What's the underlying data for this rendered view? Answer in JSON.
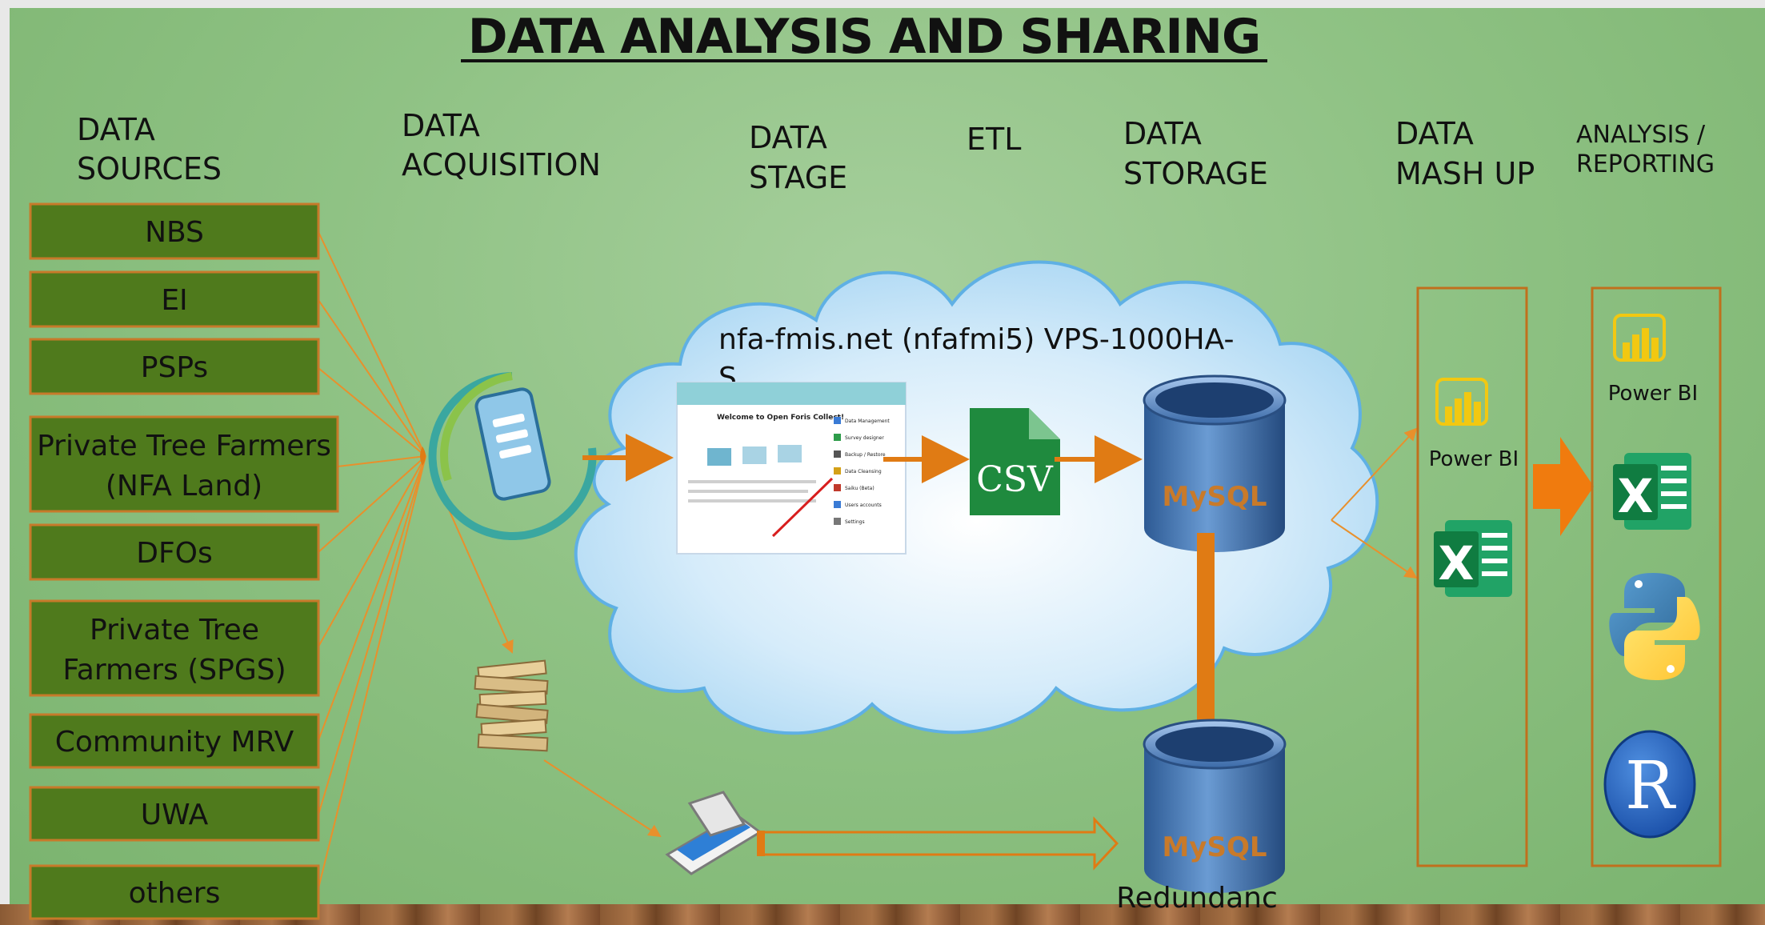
{
  "title": "DATA ANALYSIS AND SHARING",
  "columns": [
    {
      "line1": "DATA",
      "line2": "SOURCES"
    },
    {
      "line1": "DATA",
      "line2": "ACQUISITION"
    },
    {
      "line1": "DATA",
      "line2": "STAGE"
    },
    {
      "line1": "ETL",
      "line2": ""
    },
    {
      "line1": "DATA",
      "line2": "STORAGE"
    },
    {
      "line1": "DATA",
      "line2": "MASH UP"
    },
    {
      "line1": "ANALYSIS /",
      "line2": "REPORTING"
    }
  ],
  "sources": [
    {
      "line1": "NBS",
      "line2": ""
    },
    {
      "line1": "EI",
      "line2": ""
    },
    {
      "line1": "PSPs",
      "line2": ""
    },
    {
      "line1": "Private Tree Farmers",
      "line2": "(NFA Land)"
    },
    {
      "line1": "DFOs",
      "line2": ""
    },
    {
      "line1": "Private Tree",
      "line2": "Farmers (SPGS)"
    },
    {
      "line1": "Community MRV",
      "line2": ""
    },
    {
      "line1": "UWA",
      "line2": ""
    },
    {
      "line1": "others",
      "line2": ""
    }
  ],
  "cloud": {
    "line1": "nfa-fmis.net (nfafmi5) VPS-1000HA-",
    "line2": "S"
  },
  "screenshot": {
    "title": "Welcome to Open Foris Collect!",
    "menu": [
      "Data Management",
      "Survey designer",
      "Backup / Restore",
      "Data Cleansing",
      "Saiku (Beta)",
      "Users accounts",
      "Settings"
    ]
  },
  "csv_label": "CSV",
  "mysql_label": "MySQL",
  "redundancy_label": "Redundanc",
  "mashup": {
    "powerbi_label": "Power BI"
  },
  "reporting": {
    "powerbi_label": "Power BI",
    "r_label": "R"
  },
  "excel_letter": "X",
  "icons": [
    "mobile-phone-icon",
    "paper-stack-icon",
    "scanner-icon",
    "csv-file-icon",
    "mysql-database-icon",
    "power-bi-icon",
    "excel-icon",
    "python-icon",
    "r-icon"
  ],
  "colors": {
    "source_box": "#4f7a1c",
    "source_border": "#c77a2a",
    "arrow": "#e07b14",
    "cloud": "#cfe8f8",
    "panel_border": "#c0701d"
  }
}
